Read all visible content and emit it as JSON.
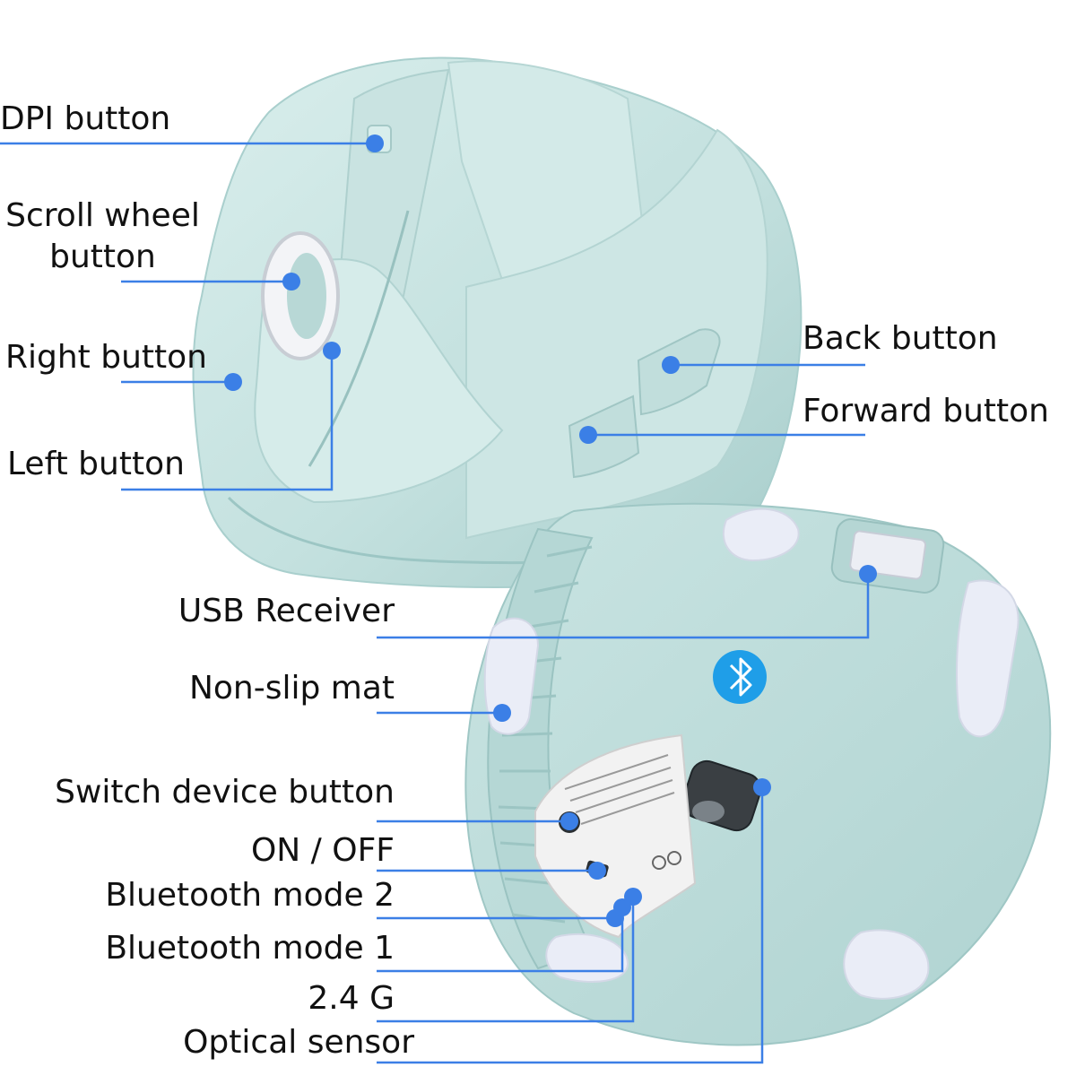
{
  "colors": {
    "background": "#ffffff",
    "leader": "#3b7fe6",
    "mouse_body": "#c7e3e1",
    "mouse_shadow": "#a9cfcd",
    "mouse_highlight": "#dcefed",
    "pad": "#eaedf7",
    "label_sticker": "#f2f2f2",
    "bluetooth_badge": "#1f9ee8",
    "text": "#111111"
  },
  "icons": {
    "bluetooth": "bluetooth-icon",
    "switch_knob": "switch-device-knob-icon",
    "power_slider": "power-slider-icon",
    "optical_sensor": "optical-sensor-icon",
    "certification": "ce-mark-icon"
  },
  "labels": {
    "dpi_button": "DPI button",
    "scroll_wheel_line1": "Scroll wheel",
    "scroll_wheel_line2": "button",
    "right_button": "Right button",
    "left_button": "Left button",
    "back_button": "Back button",
    "forward_button": "Forward button",
    "usb_receiver": "USB Receiver",
    "non_slip_mat": "Non-slip mat",
    "switch_device_button": "Switch device button",
    "on_off": "ON / OFF",
    "bluetooth_mode_2": "Bluetooth mode 2",
    "bluetooth_mode_1": "Bluetooth mode 1",
    "g24": "2.4 G",
    "optical_sensor": "Optical sensor"
  }
}
